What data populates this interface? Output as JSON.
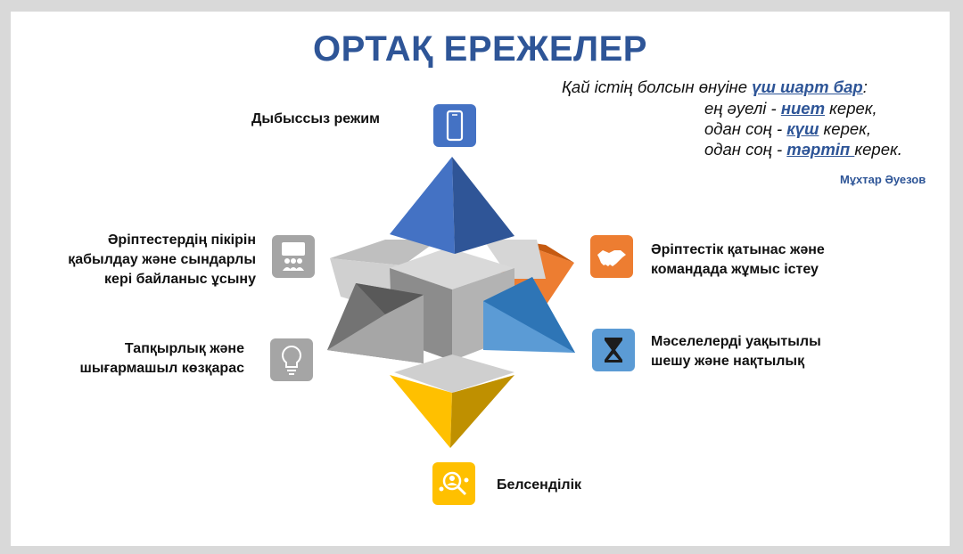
{
  "title": "ОРТАҚ ЕРЕЖЕЛЕР",
  "quote": {
    "line1_pre": "Қай істің болсын өнуіне ",
    "line1_hl": "үш шарт бар",
    "line1_post": ":",
    "line2_pre": "ең әуелі - ",
    "line2_hl": "ниет",
    "line2_post": " керек,",
    "line3_pre": "одан соң - ",
    "line3_hl": "күш",
    "line3_post": " керек,",
    "line4_pre": "одан соң - ",
    "line4_hl": "тәртіп ",
    "line4_post": "керек.",
    "author": "Мұхтар Әуезов"
  },
  "rules": {
    "top": "Дыбыссыз режим",
    "left_upper": [
      "Әріптестердің пікірін",
      "қабылдау және сындарлы",
      "кері байланыс ұсыну"
    ],
    "left_lower": [
      "Тапқырлық және",
      "шығармашыл көзқарас"
    ],
    "right_upper": [
      "Әріптестік қатынас және",
      "командада жұмыс істеу"
    ],
    "right_lower": [
      "Мәселелерді уақытылы",
      "шешу және нақтылық"
    ],
    "bottom": "Белсенділік"
  },
  "icons": {
    "top": "phone-icon",
    "left_upper": "feedback-meeting-icon",
    "left_lower": "lightbulb-icon",
    "right_upper": "handshake-icon",
    "right_lower": "hourglass-icon",
    "bottom": "search-people-icon"
  },
  "colors": {
    "title": "#2e5597",
    "blue": "#4472c4",
    "orange": "#ed7d31",
    "gray": "#a5a5a5",
    "yellow": "#ffc000",
    "lightblue": "#5b9bd5"
  }
}
